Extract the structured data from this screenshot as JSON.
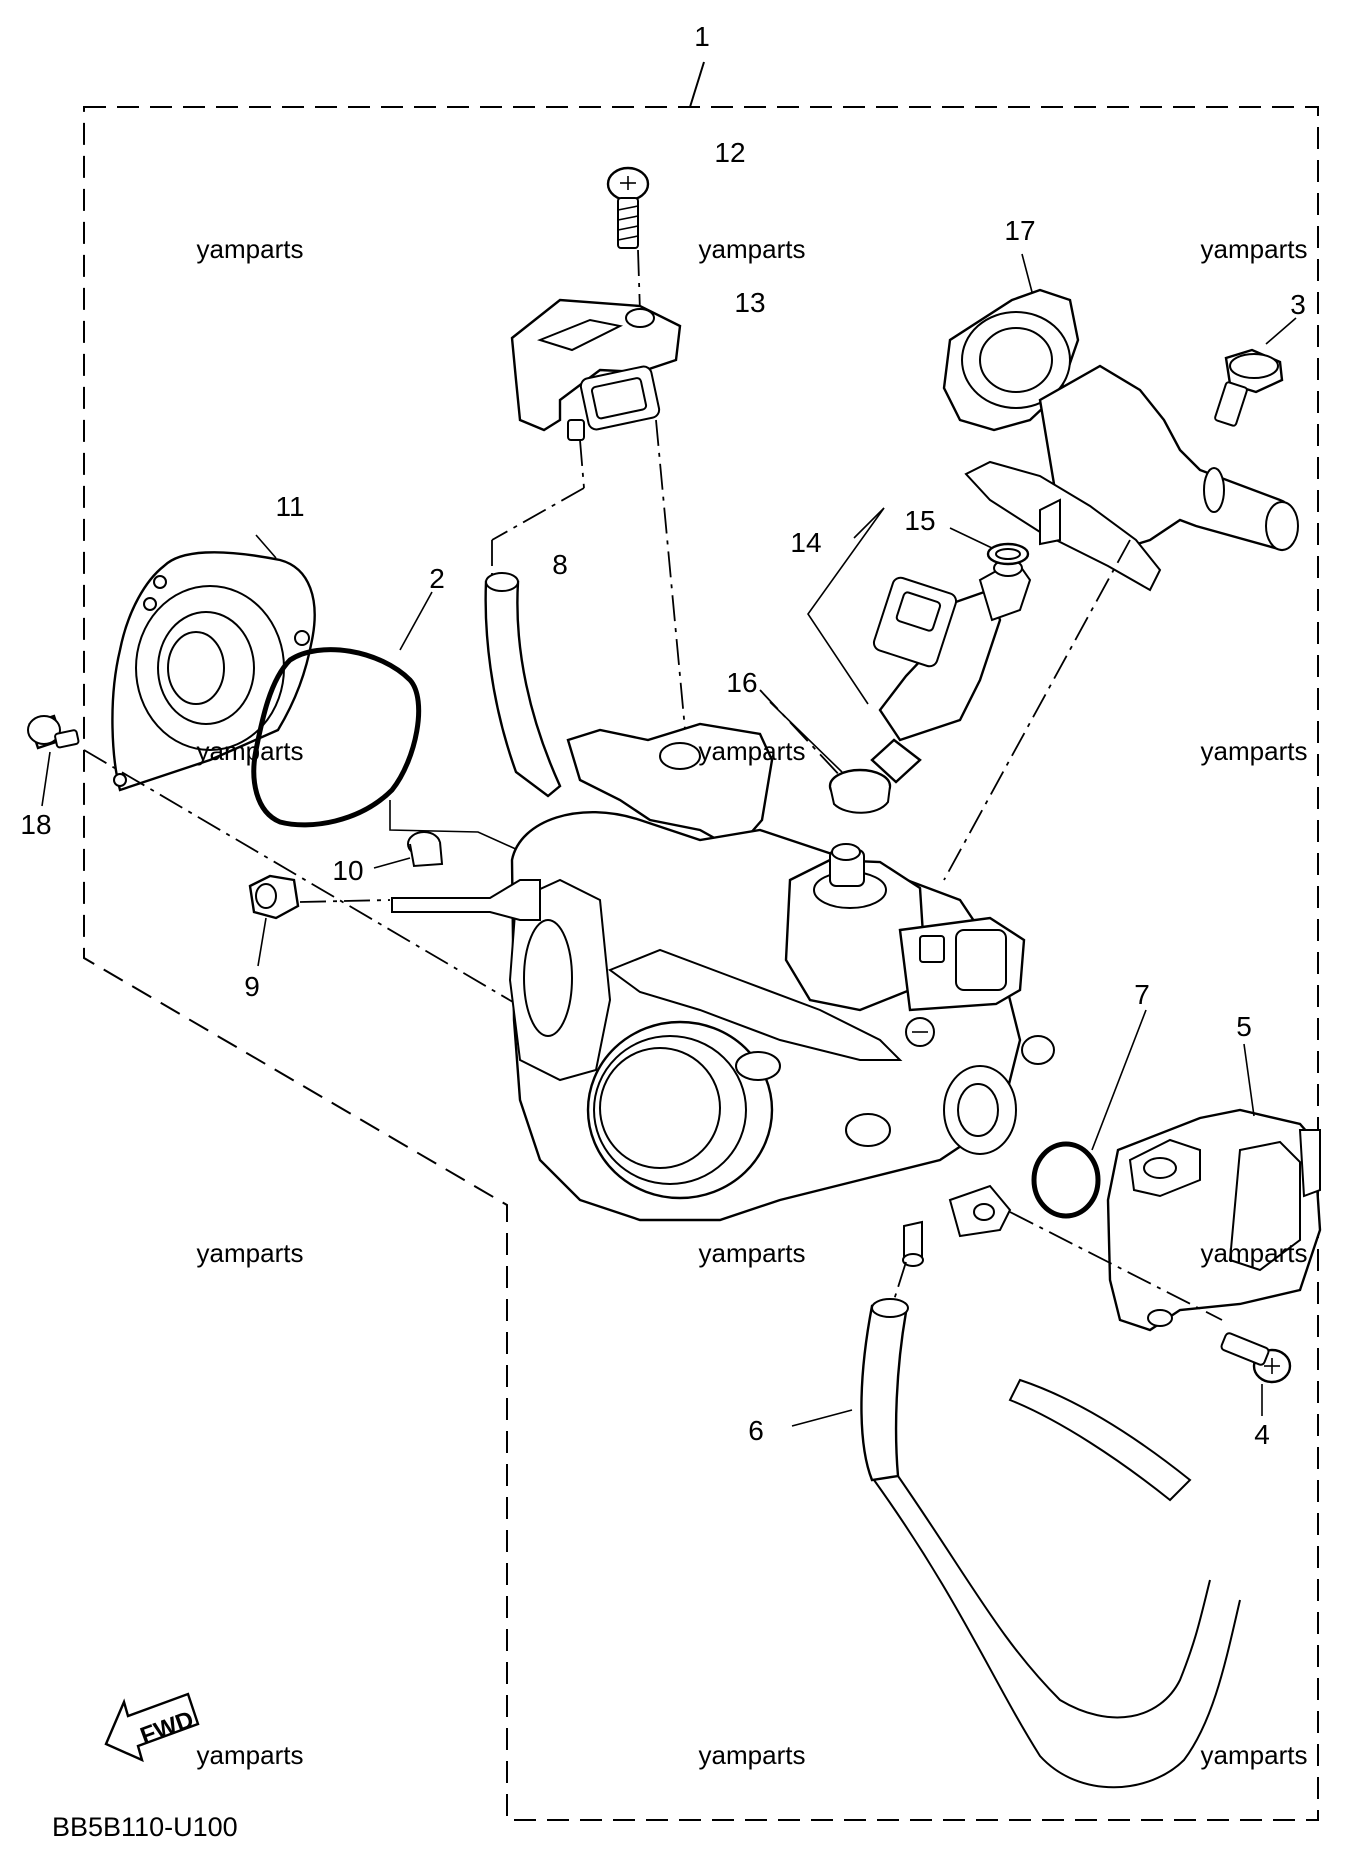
{
  "diagram": {
    "callouts": [
      {
        "id": "c1",
        "text": "1"
      },
      {
        "id": "c2",
        "text": "2"
      },
      {
        "id": "c3",
        "text": "3"
      },
      {
        "id": "c4",
        "text": "4"
      },
      {
        "id": "c5",
        "text": "5"
      },
      {
        "id": "c6",
        "text": "6"
      },
      {
        "id": "c7",
        "text": "7"
      },
      {
        "id": "c8",
        "text": "8"
      },
      {
        "id": "c9",
        "text": "9"
      },
      {
        "id": "c10",
        "text": "10"
      },
      {
        "id": "c11",
        "text": "11"
      },
      {
        "id": "c12",
        "text": "12"
      },
      {
        "id": "c13",
        "text": "13"
      },
      {
        "id": "c14",
        "text": "14"
      },
      {
        "id": "c15",
        "text": "15"
      },
      {
        "id": "c16",
        "text": "16"
      },
      {
        "id": "c17",
        "text": "17"
      },
      {
        "id": "c18",
        "text": "18"
      }
    ],
    "watermark": "yamparts",
    "fwd_label": "FWD",
    "diagram_code": "BB5B110-U100"
  }
}
